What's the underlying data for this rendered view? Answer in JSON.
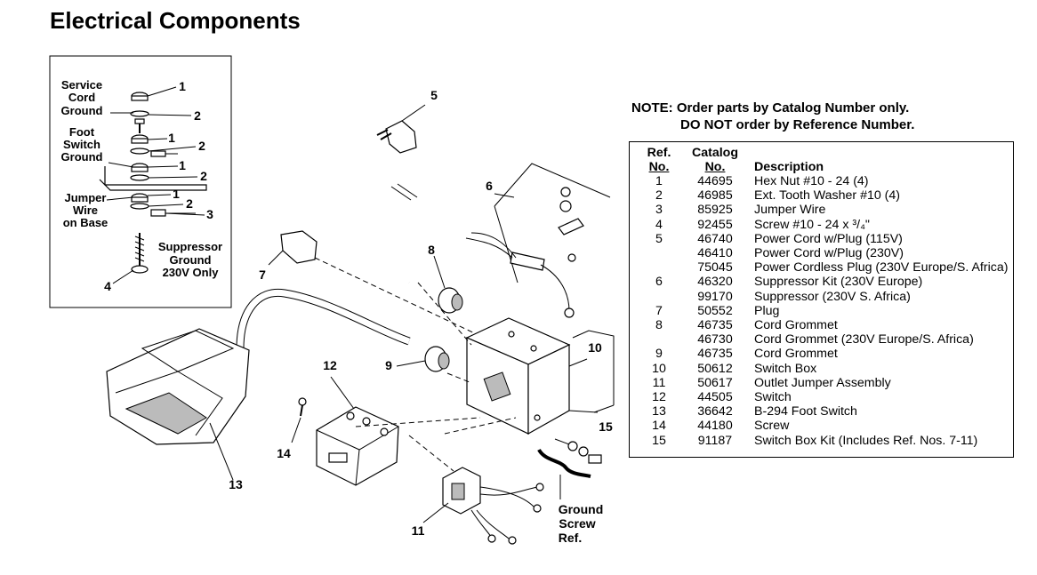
{
  "title": "Electrical Components",
  "note": {
    "line1": "NOTE: Order parts by Catalog Number only.",
    "line2": "DO NOT order by Reference Number."
  },
  "table": {
    "headers": {
      "ref_1": "Ref.",
      "ref_2": "No.",
      "cat_1": "Catalog",
      "cat_2": "No.",
      "desc": "Description"
    },
    "rows": [
      {
        "ref": "1",
        "catalog": "44695",
        "description": "Hex Nut #10 - 24 (4)"
      },
      {
        "ref": "2",
        "catalog": "46985",
        "description": "Ext. Tooth Washer #10 (4)"
      },
      {
        "ref": "3",
        "catalog": "85925",
        "description": "Jumper Wire"
      },
      {
        "ref": "4",
        "catalog": "92455",
        "description": "Screw #10 - 24 x ³/₄\""
      },
      {
        "ref": "5",
        "catalog": "46740",
        "description": "Power Cord w/Plug (115V)"
      },
      {
        "ref": "",
        "catalog": "46410",
        "description": "Power Cord w/Plug (230V)"
      },
      {
        "ref": "",
        "catalog": "75045",
        "description": "Power Cordless Plug (230V Europe/S. Africa)"
      },
      {
        "ref": "6",
        "catalog": "46320",
        "description": "Suppressor Kit (230V Europe)"
      },
      {
        "ref": "",
        "catalog": "99170",
        "description": "Suppressor (230V S. Africa)"
      },
      {
        "ref": "7",
        "catalog": "50552",
        "description": "Plug"
      },
      {
        "ref": "8",
        "catalog": "46735",
        "description": "Cord Grommet"
      },
      {
        "ref": "",
        "catalog": "46730",
        "description": "Cord Grommet (230V Europe/S. Africa)"
      },
      {
        "ref": "9",
        "catalog": "46735",
        "description": "Cord Grommet"
      },
      {
        "ref": "10",
        "catalog": "50612",
        "description": "Switch Box"
      },
      {
        "ref": "11",
        "catalog": "50617",
        "description": "Outlet Jumper Assembly"
      },
      {
        "ref": "12",
        "catalog": "44505",
        "description": "Switch"
      },
      {
        "ref": "13",
        "catalog": "36642",
        "description": "B-294 Foot Switch"
      },
      {
        "ref": "14",
        "catalog": "44180",
        "description": "Screw"
      },
      {
        "ref": "15",
        "catalog": "91187",
        "description": "Switch Box Kit (Includes Ref. Nos. 7-11)"
      }
    ]
  },
  "inset": {
    "service_cord_ground": [
      "Service",
      "Cord",
      "Ground"
    ],
    "foot_switch_ground": [
      "Foot",
      "Switch",
      "Ground"
    ],
    "jumper_wire_on_base": [
      "Jumper",
      "Wire",
      "on Base"
    ],
    "suppressor_ground": [
      "Suppressor",
      "Ground",
      "230V Only"
    ],
    "callouts": [
      "1",
      "2",
      "1",
      "2",
      "1",
      "2",
      "1",
      "2",
      "3",
      "4"
    ]
  },
  "callouts": {
    "c5": "5",
    "c6": "6",
    "c7": "7",
    "c8": "8",
    "c9": "9",
    "c10": "10",
    "c11": "11",
    "c12": "12",
    "c13": "13",
    "c14": "14",
    "c15": "15"
  },
  "ground_screw": [
    "Ground",
    "Screw",
    "Ref."
  ]
}
